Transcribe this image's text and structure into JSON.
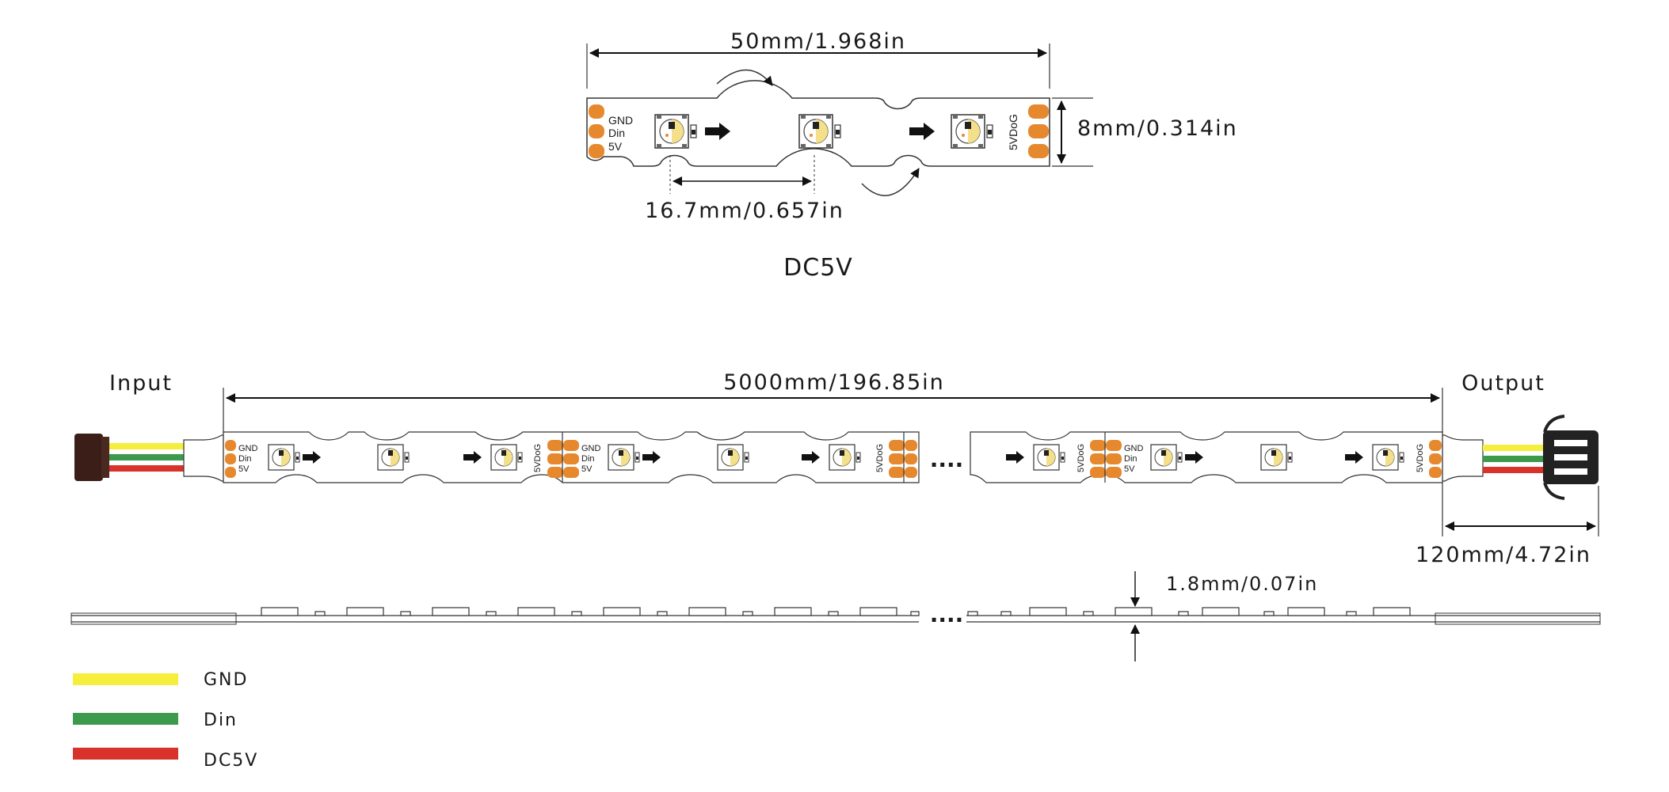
{
  "top": {
    "length_label": "50mm/1.968in",
    "width_label": "8mm/0.314in",
    "pitch_label": "16.7mm/0.657in",
    "voltage_label": "DC5V",
    "pad_in": [
      "GND",
      "Din",
      "5V"
    ],
    "pad_out": "5VDoG"
  },
  "strip": {
    "input_label": "Input",
    "output_label": "Output",
    "length_label": "5000mm/196.85in",
    "lead_label": "120mm/4.72in",
    "ellipsis": "....",
    "pad_in": [
      "GND",
      "Din",
      "5V"
    ],
    "pad_out": "5VDoG"
  },
  "profile": {
    "thickness_label": "1.8mm/0.07in",
    "ellipsis": "...."
  },
  "legend": {
    "items": [
      {
        "label": "GND",
        "color": "#f6ee3c"
      },
      {
        "label": "Din",
        "color": "#3c9a4c"
      },
      {
        "label": "DC5V",
        "color": "#d8322a"
      }
    ]
  },
  "colors": {
    "pad": "#e6892e",
    "led_warm": "#f4e08a",
    "outline": "#333333"
  }
}
